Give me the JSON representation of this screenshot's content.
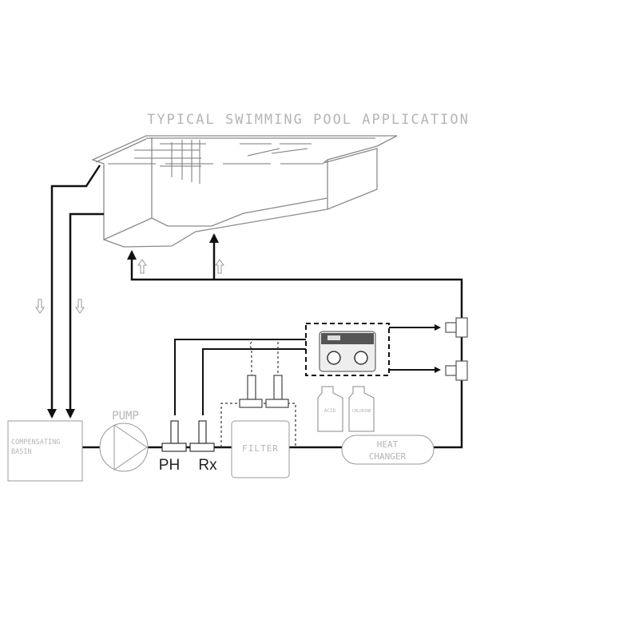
{
  "title": "TYPICAL SWIMMING POOL APPLICATION",
  "components": {
    "basin": [
      "COMPENSATING",
      "BASIN"
    ],
    "pump": "PUMP",
    "ph_probe": "PH",
    "rx_probe": "Rx",
    "filter": "FILTER",
    "heat_changer": [
      "HEAT",
      "CHANGER"
    ],
    "acid_tank": "ACID",
    "chlorine_tank": "CHLORINE"
  },
  "colors": {
    "pipe": "#111111",
    "drawing": "#9a9a9a",
    "label": "#b5b5b5"
  }
}
